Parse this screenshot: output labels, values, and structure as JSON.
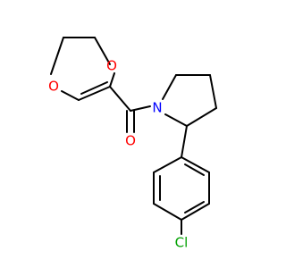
{
  "molecule": {
    "atoms": {
      "ring_o1": {
        "label": "O",
        "color": "#ff0000"
      },
      "ring_o2": {
        "label": "O",
        "color": "#ff0000"
      },
      "carbonyl_o": {
        "label": "O",
        "color": "#ff0000"
      },
      "nitrogen": {
        "label": "N",
        "color": "#0000ff"
      },
      "chlorine": {
        "label": "Cl",
        "color": "#00a000"
      }
    }
  }
}
